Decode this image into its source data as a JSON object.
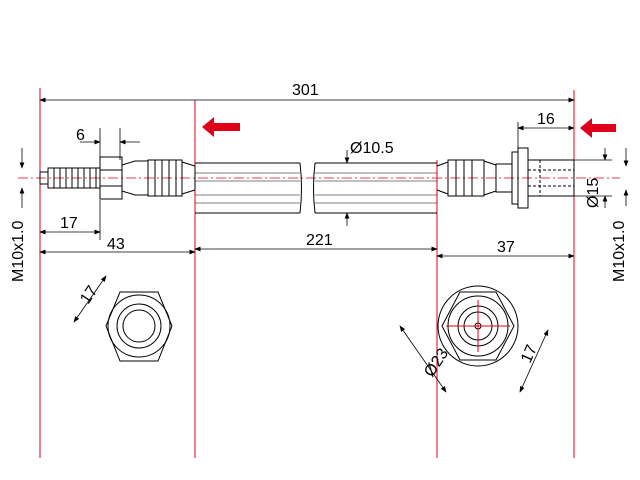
{
  "dimensions": {
    "overall_length": "301",
    "thread_pitch_len": "6",
    "thread_len": "17",
    "left_fitting_len": "43",
    "hose_diameter": "Ø10.5",
    "hose_len": "221",
    "right_fitting_len": "37",
    "right_flange_len": "16",
    "right_flange_dia": "Ø15",
    "left_thread_spec": "M10x1.0",
    "right_thread_spec": "M10x1.0",
    "left_hex_size": "17",
    "right_round_dia": "Ø23",
    "right_hex_size": "17"
  },
  "colors": {
    "arrow": "#e0001a",
    "reference_lines": "#e0001a",
    "drawing": "#000000"
  },
  "icons": {
    "left_arrow": "arrow-left-icon",
    "right_arrow": "arrow-left-icon"
  }
}
